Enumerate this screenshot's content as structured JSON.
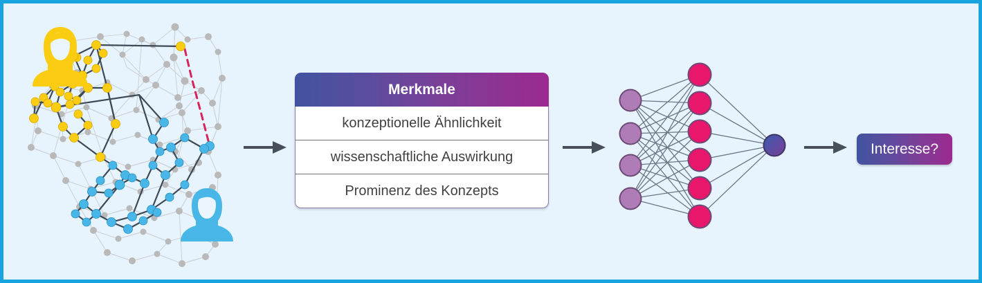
{
  "figure": {
    "border_color": "#17a2e0",
    "background_color": "#e8f4fd"
  },
  "graph": {
    "title": "concept-coauthor-network",
    "yellow_node_color": "#facc12",
    "blue_node_color": "#49b6e8",
    "gray_node_color": "#b9b9b9",
    "highlight_edge_color": "#d6245a",
    "edge_color": "#3d4a56",
    "avatars": [
      {
        "name": "female-researcher-avatar",
        "color": "#facc12"
      },
      {
        "name": "male-researcher-avatar",
        "color": "#49b6e8"
      }
    ]
  },
  "arrows": [
    {
      "name": "arrow-graph-to-features",
      "color": "#475058"
    },
    {
      "name": "arrow-features-to-network",
      "color": "#475058"
    },
    {
      "name": "arrow-network-to-output",
      "color": "#475058"
    }
  ],
  "feature_table": {
    "header": "Merkmale",
    "header_gradient_from": "#41539f",
    "header_gradient_to": "#9c2a8f",
    "rows": [
      "konzeptionelle Ähnlichkeit",
      "wissenschaftliche Auswirkung",
      "Prominenz des Konzepts"
    ]
  },
  "neural_network": {
    "input_layer": {
      "count": 4,
      "color": "#b07cb8",
      "stroke": "#6b4a77"
    },
    "hidden_layer": {
      "count": 6,
      "color": "#e8176b",
      "stroke": "#6b4a77"
    },
    "output_layer": {
      "count": 1,
      "color_from": "#3a5bb0",
      "color_to": "#7b3f98",
      "stroke": "#3d3566"
    },
    "edge_color": "#6b7684"
  },
  "output": {
    "label": "Interesse?",
    "gradient_from": "#41539f",
    "gradient_to": "#9c2a8f"
  }
}
